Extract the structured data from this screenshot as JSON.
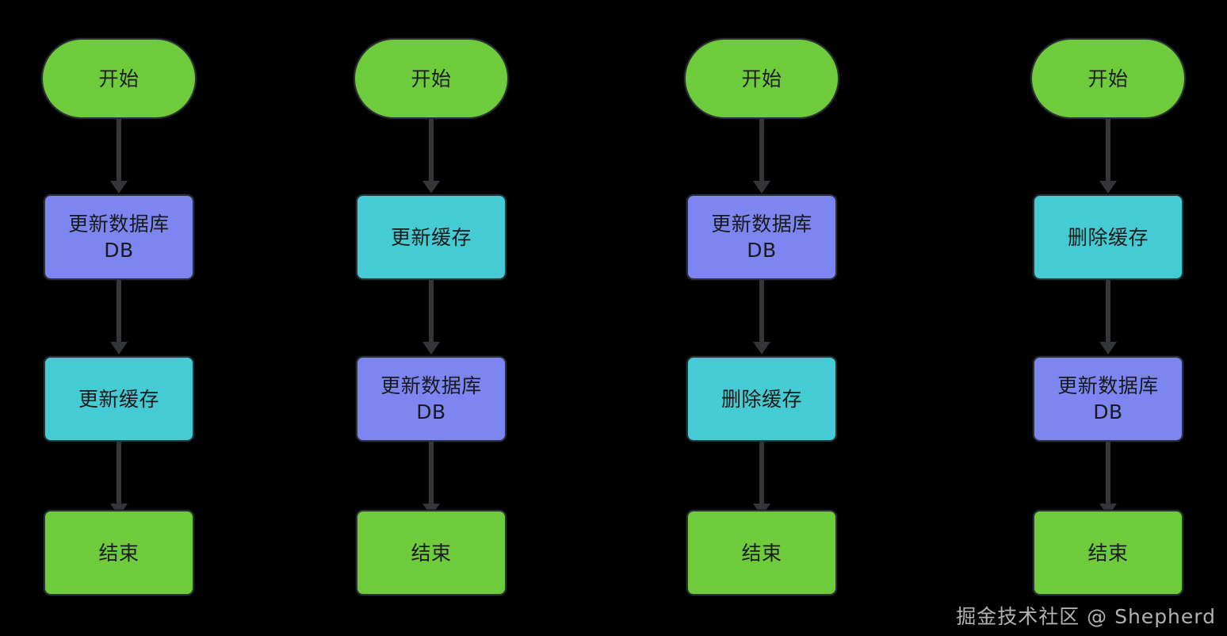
{
  "background_color": "#000000",
  "palette": {
    "terminal_green": "#6ECB3C",
    "database_purple": "#7C85F0",
    "cache_cyan": "#45CBD3",
    "stroke_dark": "#2b2f36",
    "arrow_gray": "#333539",
    "text_dark": "#1a1a1a",
    "watermark_gray": "#d8d8d8"
  },
  "chart_data": {
    "type": "diagram",
    "diagram_kind": "flowchart",
    "title": "",
    "orientation": "top-to-bottom",
    "column_count": 4,
    "nodes_per_column": 4,
    "columns": [
      {
        "index": 1,
        "name": "update-db-then-update-cache",
        "nodes": [
          {
            "id": "c1n1",
            "label": "开始",
            "shape": "stadium",
            "color": "#6ECB3C",
            "role": "start"
          },
          {
            "id": "c1n2",
            "label": "更新数据库\nDB",
            "shape": "rectangle",
            "color": "#7C85F0",
            "role": "database"
          },
          {
            "id": "c1n3",
            "label": "更新缓存",
            "shape": "rectangle",
            "color": "#45CBD3",
            "role": "cache"
          },
          {
            "id": "c1n4",
            "label": "结束",
            "shape": "rectangle",
            "color": "#6ECB3C",
            "role": "end"
          }
        ],
        "edges": [
          {
            "from": "c1n1",
            "to": "c1n2",
            "label": "",
            "arrow": "down"
          },
          {
            "from": "c1n2",
            "to": "c1n3",
            "label": "",
            "arrow": "down"
          },
          {
            "from": "c1n3",
            "to": "c1n4",
            "label": "",
            "arrow": "down"
          }
        ]
      },
      {
        "index": 2,
        "name": "update-cache-then-update-db",
        "nodes": [
          {
            "id": "c2n1",
            "label": "开始",
            "shape": "stadium",
            "color": "#6ECB3C",
            "role": "start"
          },
          {
            "id": "c2n2",
            "label": "更新缓存",
            "shape": "rectangle",
            "color": "#45CBD3",
            "role": "cache"
          },
          {
            "id": "c2n3",
            "label": "更新数据库\nDB",
            "shape": "rectangle",
            "color": "#7C85F0",
            "role": "database"
          },
          {
            "id": "c2n4",
            "label": "结束",
            "shape": "rectangle",
            "color": "#6ECB3C",
            "role": "end"
          }
        ],
        "edges": [
          {
            "from": "c2n1",
            "to": "c2n2",
            "label": "",
            "arrow": "down"
          },
          {
            "from": "c2n2",
            "to": "c2n3",
            "label": "",
            "arrow": "down"
          },
          {
            "from": "c2n3",
            "to": "c2n4",
            "label": "",
            "arrow": "down"
          }
        ]
      },
      {
        "index": 3,
        "name": "update-db-then-delete-cache",
        "nodes": [
          {
            "id": "c3n1",
            "label": "开始",
            "shape": "stadium",
            "color": "#6ECB3C",
            "role": "start"
          },
          {
            "id": "c3n2",
            "label": "更新数据库\nDB",
            "shape": "rectangle",
            "color": "#7C85F0",
            "role": "database"
          },
          {
            "id": "c3n3",
            "label": "删除缓存",
            "shape": "rectangle",
            "color": "#45CBD3",
            "role": "cache"
          },
          {
            "id": "c3n4",
            "label": "结束",
            "shape": "rectangle",
            "color": "#6ECB3C",
            "role": "end"
          }
        ],
        "edges": [
          {
            "from": "c3n1",
            "to": "c3n2",
            "label": "",
            "arrow": "down"
          },
          {
            "from": "c3n2",
            "to": "c3n3",
            "label": "",
            "arrow": "down"
          },
          {
            "from": "c3n3",
            "to": "c3n4",
            "label": "",
            "arrow": "down"
          }
        ]
      },
      {
        "index": 4,
        "name": "delete-cache-then-update-db",
        "nodes": [
          {
            "id": "c4n1",
            "label": "开始",
            "shape": "stadium",
            "color": "#6ECB3C",
            "role": "start"
          },
          {
            "id": "c4n2",
            "label": "删除缓存",
            "shape": "rectangle",
            "color": "#45CBD3",
            "role": "cache"
          },
          {
            "id": "c4n3",
            "label": "更新数据库\nDB",
            "shape": "rectangle",
            "color": "#7C85F0",
            "role": "database"
          },
          {
            "id": "c4n4",
            "label": "结束",
            "shape": "rectangle",
            "color": "#6ECB3C",
            "role": "end"
          }
        ],
        "edges": [
          {
            "from": "c4n1",
            "to": "c4n2",
            "label": "",
            "arrow": "down"
          },
          {
            "from": "c4n2",
            "to": "c4n3",
            "label": "",
            "arrow": "down"
          },
          {
            "from": "c4n3",
            "to": "c4n4",
            "label": "",
            "arrow": "down"
          }
        ]
      }
    ]
  },
  "watermark": {
    "text": "掘金技术社区 @ Shepherd"
  }
}
